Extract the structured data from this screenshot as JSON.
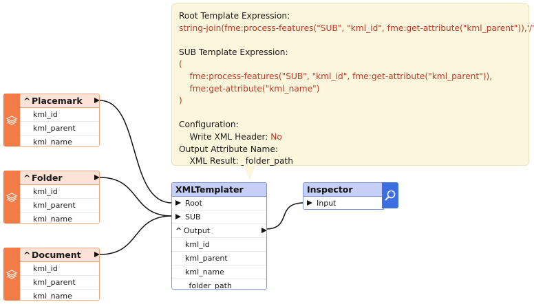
{
  "annotation": {
    "lines": [
      [
        {
          "t": "Root Template Expression:",
          "c": "k"
        }
      ],
      [
        {
          "t": "string-join(fme:process-features(\"SUB\", \"kml_id\", fme:get-attribute(\"kml_parent\")),'/')",
          "c": "r"
        }
      ],
      [
        {
          "t": "",
          "c": "k"
        }
      ],
      [
        {
          "t": "SUB Template Expression:",
          "c": "k"
        }
      ],
      [
        {
          "t": "(",
          "c": "r"
        }
      ],
      [
        {
          "t": "    fme:process-features(\"SUB\", \"kml_id\", fme:get-attribute(\"kml_parent\")),",
          "c": "r"
        }
      ],
      [
        {
          "t": "    fme:get-attribute(\"kml_name\")",
          "c": "r"
        }
      ],
      [
        {
          "t": ")",
          "c": "r"
        }
      ],
      [
        {
          "t": "",
          "c": "k"
        }
      ],
      [
        {
          "t": "Configuration:",
          "c": "k"
        }
      ],
      [
        {
          "t": "    Write XML Header: ",
          "c": "k"
        },
        {
          "t": "No",
          "c": "r"
        }
      ],
      [
        {
          "t": "Output Attribute Name:",
          "c": "k"
        }
      ],
      [
        {
          "t": "    XML Result: _folder_path",
          "c": "k"
        }
      ]
    ]
  },
  "readers": [
    {
      "name": "Placemark",
      "attrs": [
        "kml_id",
        "kml_parent",
        "kml_name"
      ]
    },
    {
      "name": "Folder",
      "attrs": [
        "kml_id",
        "kml_parent",
        "kml_name"
      ]
    },
    {
      "name": "Document",
      "attrs": [
        "kml_id",
        "kml_parent",
        "kml_name"
      ]
    }
  ],
  "xmltemplater": {
    "name": "XMLTemplater",
    "inputs": [
      "Root",
      "SUB"
    ],
    "output": "Output",
    "attrs": [
      "kml_id",
      "kml_parent",
      "kml_name",
      "_folder_path"
    ]
  },
  "inspector": {
    "name": "Inspector",
    "input": "Input",
    "icon": "magnifier-icon"
  },
  "colors": {
    "reader_side": "#f47b45",
    "reader_header": "#fde3d7",
    "transformer_header": "#c6cff6",
    "annotation_bg": "#fcf6dc",
    "expression_text": "#c0392b"
  }
}
